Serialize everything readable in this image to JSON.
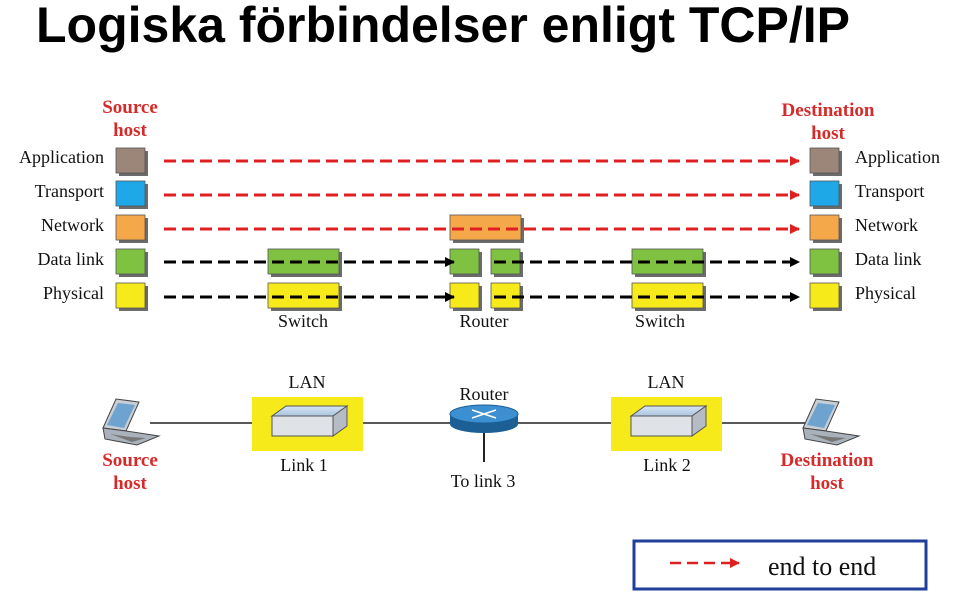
{
  "title": "Logiska förbindelser enligt TCP/IP",
  "source_label": [
    "Source",
    "host"
  ],
  "destination_label": [
    "Destination",
    "host"
  ],
  "layers": [
    {
      "name": "Application",
      "color": "#9c867a"
    },
    {
      "name": "Transport",
      "color": "#1fa8e8"
    },
    {
      "name": "Network",
      "color": "#f5a84a"
    },
    {
      "name": "Data link",
      "color": "#7fc241"
    },
    {
      "name": "Physical",
      "color": "#f7ea1a"
    }
  ],
  "devices": {
    "switch1": "Switch",
    "router": "Router",
    "switch2": "Switch"
  },
  "topology": {
    "lan1": "LAN",
    "link1": "Link 1",
    "router": "Router",
    "to_link3": "To link 3",
    "lan2": "LAN",
    "link2": "Link 2"
  },
  "legend": {
    "text": "end to end",
    "line_color": "#e02020",
    "border_color": "#1f3f9a"
  },
  "colors": {
    "end_to_end_line": "#e02020",
    "hop_line": "#000000",
    "lan_highlight": "#f7ea1a"
  }
}
